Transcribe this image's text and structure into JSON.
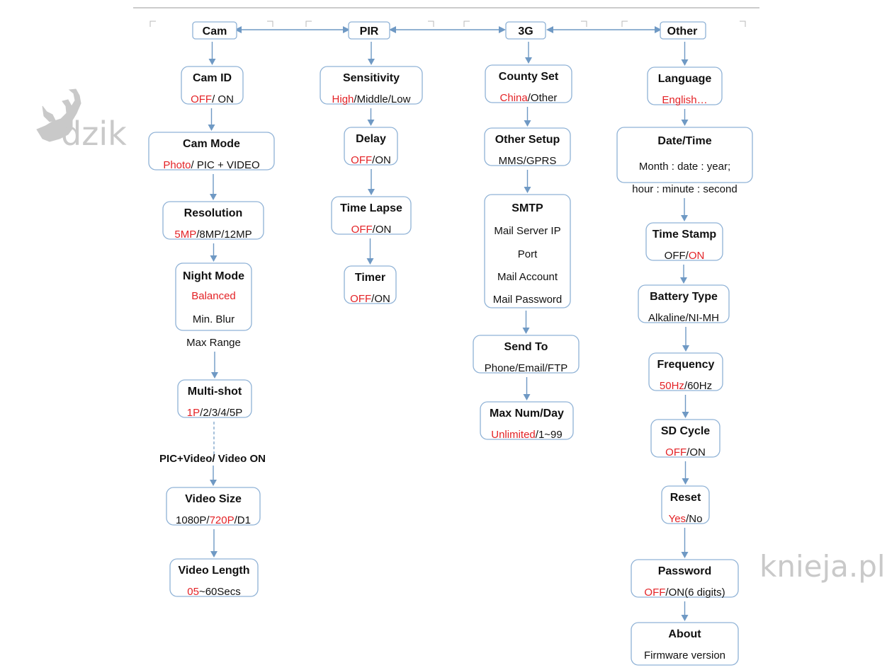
{
  "colors": {
    "box_border": "#8fb2d6",
    "arrow": "#6f99c4",
    "highlight": "#e32226",
    "text": "#111111",
    "watermark": "#c9c9c9"
  },
  "watermark": {
    "left": "dzik",
    "right": "knieja.pl",
    "logo_icon": "deer-head-icon"
  },
  "columns": [
    {
      "header": "Cam",
      "nodes": [
        {
          "title": "Cam ID",
          "lines": [
            [
              {
                "t": "OFF",
                "red": true
              },
              {
                "t": "/ ON"
              }
            ]
          ]
        },
        {
          "title": "Cam Mode",
          "lines": [
            [
              {
                "t": "Photo",
                "red": true
              },
              {
                "t": "/ PIC + VIDEO"
              }
            ]
          ]
        },
        {
          "title": "Resolution",
          "lines": [
            [
              {
                "t": "5MP",
                "red": true
              },
              {
                "t": "/8MP/12MP"
              }
            ]
          ]
        },
        {
          "title": "Night Mode",
          "lines": [
            [
              {
                "t": "Balanced",
                "red": true
              }
            ],
            [
              {
                "t": "Min. Blur"
              }
            ],
            [
              {
                "t": "Max Range"
              }
            ]
          ]
        },
        {
          "title": "Multi-shot",
          "lines": [
            [
              {
                "t": "1P",
                "red": true
              },
              {
                "t": "/2/3/4/5P"
              }
            ]
          ]
        },
        {
          "title": "Video Size",
          "lines": [
            [
              {
                "t": "1080P/"
              },
              {
                "t": "720P",
                "red": true
              },
              {
                "t": "/D1"
              }
            ]
          ]
        },
        {
          "title": "Video Length",
          "lines": [
            [
              {
                "t": "05",
                "red": true
              },
              {
                "t": "~60Secs"
              }
            ]
          ]
        }
      ],
      "note": "PIC+Video/ Video ON"
    },
    {
      "header": "PIR",
      "nodes": [
        {
          "title": "Sensitivity",
          "lines": [
            [
              {
                "t": "High",
                "red": true
              },
              {
                "t": "/Middle/Low"
              }
            ]
          ]
        },
        {
          "title": "Delay",
          "lines": [
            [
              {
                "t": "OFF",
                "red": true
              },
              {
                "t": "/ON"
              }
            ]
          ]
        },
        {
          "title": "Time Lapse",
          "lines": [
            [
              {
                "t": "OFF",
                "red": true
              },
              {
                "t": "/ON"
              }
            ]
          ]
        },
        {
          "title": "Timer",
          "lines": [
            [
              {
                "t": "OFF",
                "red": true
              },
              {
                "t": "/ON"
              }
            ]
          ]
        }
      ]
    },
    {
      "header": "3G",
      "nodes": [
        {
          "title": "County Set",
          "lines": [
            [
              {
                "t": "China",
                "red": true
              },
              {
                "t": "/Other"
              }
            ]
          ]
        },
        {
          "title": "Other Setup",
          "lines": [
            [
              {
                "t": "MMS/GPRS"
              }
            ]
          ]
        },
        {
          "title": "SMTP",
          "lines": [
            [
              {
                "t": "Mail Server IP"
              }
            ],
            [
              {
                "t": "Port"
              }
            ],
            [
              {
                "t": "Mail Account"
              }
            ],
            [
              {
                "t": "Mail Password"
              }
            ]
          ]
        },
        {
          "title": "Send To",
          "lines": [
            [
              {
                "t": "Phone/Email/FTP"
              }
            ]
          ]
        },
        {
          "title": "Max Num/Day",
          "lines": [
            [
              {
                "t": "Unlimited",
                "red": true
              },
              {
                "t": "/1~99"
              }
            ]
          ]
        }
      ]
    },
    {
      "header": "Other",
      "nodes": [
        {
          "title": "Language",
          "lines": [
            [
              {
                "t": "English…",
                "red": true
              }
            ]
          ]
        },
        {
          "title": "Date/Time",
          "lines": [
            [
              {
                "t": "Month : date : year;"
              }
            ],
            [
              {
                "t": "hour : minute : second"
              }
            ]
          ]
        },
        {
          "title": "Time Stamp",
          "lines": [
            [
              {
                "t": "OFF/"
              },
              {
                "t": "ON",
                "red": true
              }
            ]
          ]
        },
        {
          "title": "Battery Type",
          "lines": [
            [
              {
                "t": "Alkaline/NI-MH"
              }
            ]
          ]
        },
        {
          "title": "Frequency",
          "lines": [
            [
              {
                "t": "50Hz",
                "red": true
              },
              {
                "t": "/60Hz"
              }
            ]
          ]
        },
        {
          "title": "SD Cycle",
          "lines": [
            [
              {
                "t": "OFF",
                "red": true
              },
              {
                "t": "/ON"
              }
            ]
          ]
        },
        {
          "title": "Reset",
          "lines": [
            [
              {
                "t": "Yes",
                "red": true
              },
              {
                "t": "/No"
              }
            ]
          ]
        },
        {
          "title": "Password",
          "lines": [
            [
              {
                "t": "OFF",
                "red": true
              },
              {
                "t": "/ON(6 digits)"
              }
            ]
          ]
        },
        {
          "title": "About",
          "lines": [
            [
              {
                "t": "Firmware version"
              }
            ]
          ]
        }
      ]
    }
  ]
}
